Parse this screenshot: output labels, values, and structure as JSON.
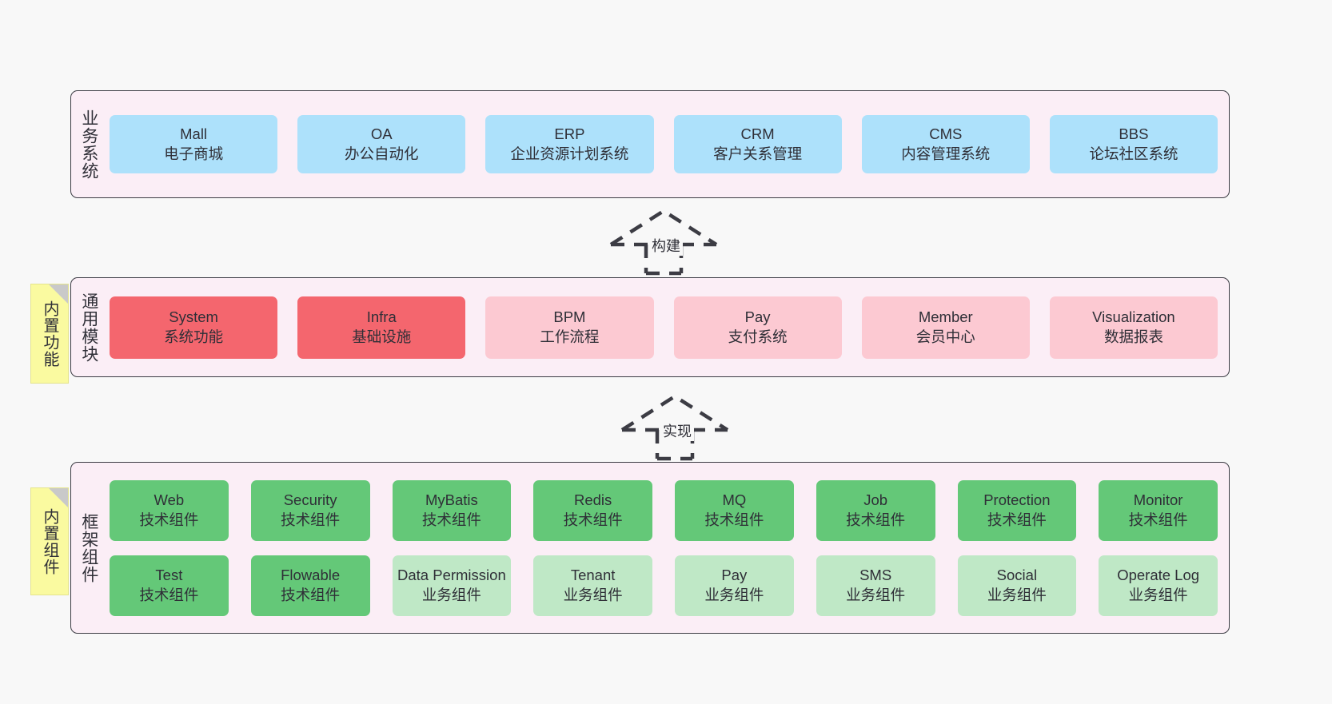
{
  "diagram": {
    "title": "",
    "background": "#f8f8f8",
    "colors": {
      "panel_fill": "#fbeef6",
      "panel_border": "#3c3c44",
      "blue": "#ade1fb",
      "red": "#f4666e",
      "pink": "#fcc9d2",
      "green": "#64c878",
      "light_green": "#bfe8c6",
      "note_yellow": "#fafaa0",
      "note_fold": "#c9c9c9"
    }
  },
  "layers": {
    "business": {
      "title": "业务系统",
      "cards": [
        {
          "name": "Mall",
          "desc": "电子商城"
        },
        {
          "name": "OA",
          "desc": "办公自动化"
        },
        {
          "name": "ERP",
          "desc": "企业资源计划系统"
        },
        {
          "name": "CRM",
          "desc": "客户关系管理"
        },
        {
          "name": "CMS",
          "desc": "内容管理系统"
        },
        {
          "name": "BBS",
          "desc": "论坛社区系统"
        }
      ]
    },
    "common": {
      "title": "通用模块",
      "note": "内置功能",
      "cards": [
        {
          "name": "System",
          "desc": "系统功能"
        },
        {
          "name": "Infra",
          "desc": "基础设施"
        },
        {
          "name": "BPM",
          "desc": "工作流程"
        },
        {
          "name": "Pay",
          "desc": "支付系统"
        },
        {
          "name": "Member",
          "desc": "会员中心"
        },
        {
          "name": "Visualization",
          "desc": "数据报表"
        }
      ]
    },
    "framework": {
      "title": "框架组件",
      "note": "内置组件",
      "row1": [
        {
          "name": "Web",
          "desc": "技术组件"
        },
        {
          "name": "Security",
          "desc": "技术组件"
        },
        {
          "name": "MyBatis",
          "desc": "技术组件"
        },
        {
          "name": "Redis",
          "desc": "技术组件"
        },
        {
          "name": "MQ",
          "desc": "技术组件"
        },
        {
          "name": "Job",
          "desc": "技术组件"
        },
        {
          "name": "Protection",
          "desc": "技术组件"
        },
        {
          "name": "Monitor",
          "desc": "技术组件"
        }
      ],
      "row2": [
        {
          "name": "Test",
          "desc": "技术组件"
        },
        {
          "name": "Flowable",
          "desc": "技术组件"
        },
        {
          "name": "Data Permission",
          "desc": "业务组件"
        },
        {
          "name": "Tenant",
          "desc": "业务组件"
        },
        {
          "name": "Pay",
          "desc": "业务组件"
        },
        {
          "name": "SMS",
          "desc": "业务组件"
        },
        {
          "name": "Social",
          "desc": "业务组件"
        },
        {
          "name": "Operate Log",
          "desc": "业务组件"
        }
      ]
    }
  },
  "connectors": [
    {
      "label": "构建"
    },
    {
      "label": "实现"
    }
  ]
}
